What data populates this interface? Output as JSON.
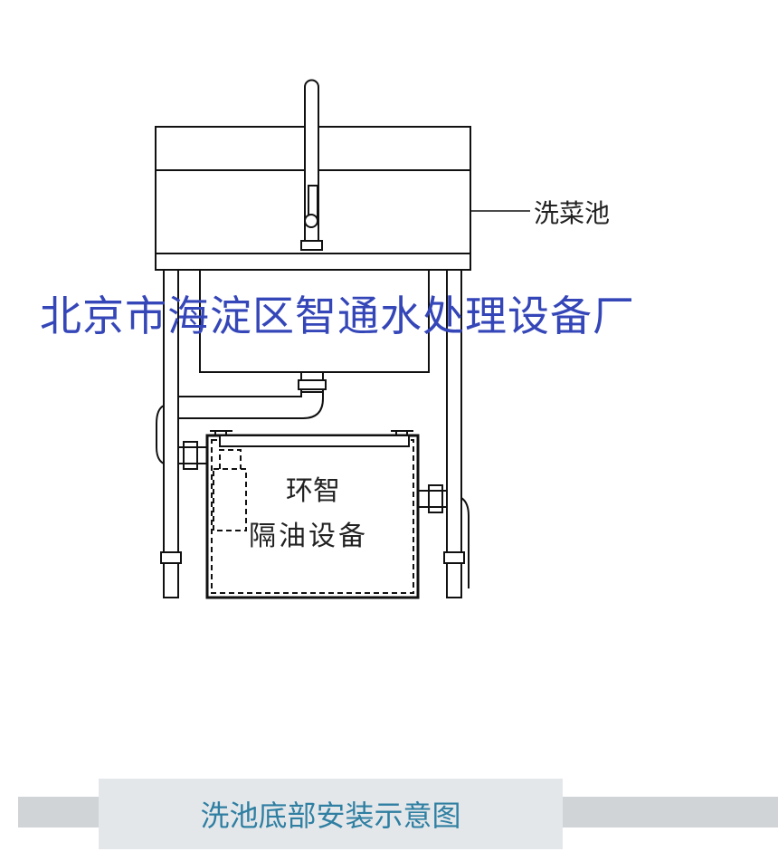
{
  "labels": {
    "sink": "洗菜池",
    "watermark": "北京市海淀区智通水处理设备厂",
    "trap_line1": "环智",
    "trap_line2": "隔油设备"
  },
  "caption": "洗池底部安装示意图",
  "colors": {
    "watermark": "#3446b8",
    "caption": "#2f7fa2",
    "band": "#d1d4d7",
    "caption_bg": "#e4e7ea"
  }
}
